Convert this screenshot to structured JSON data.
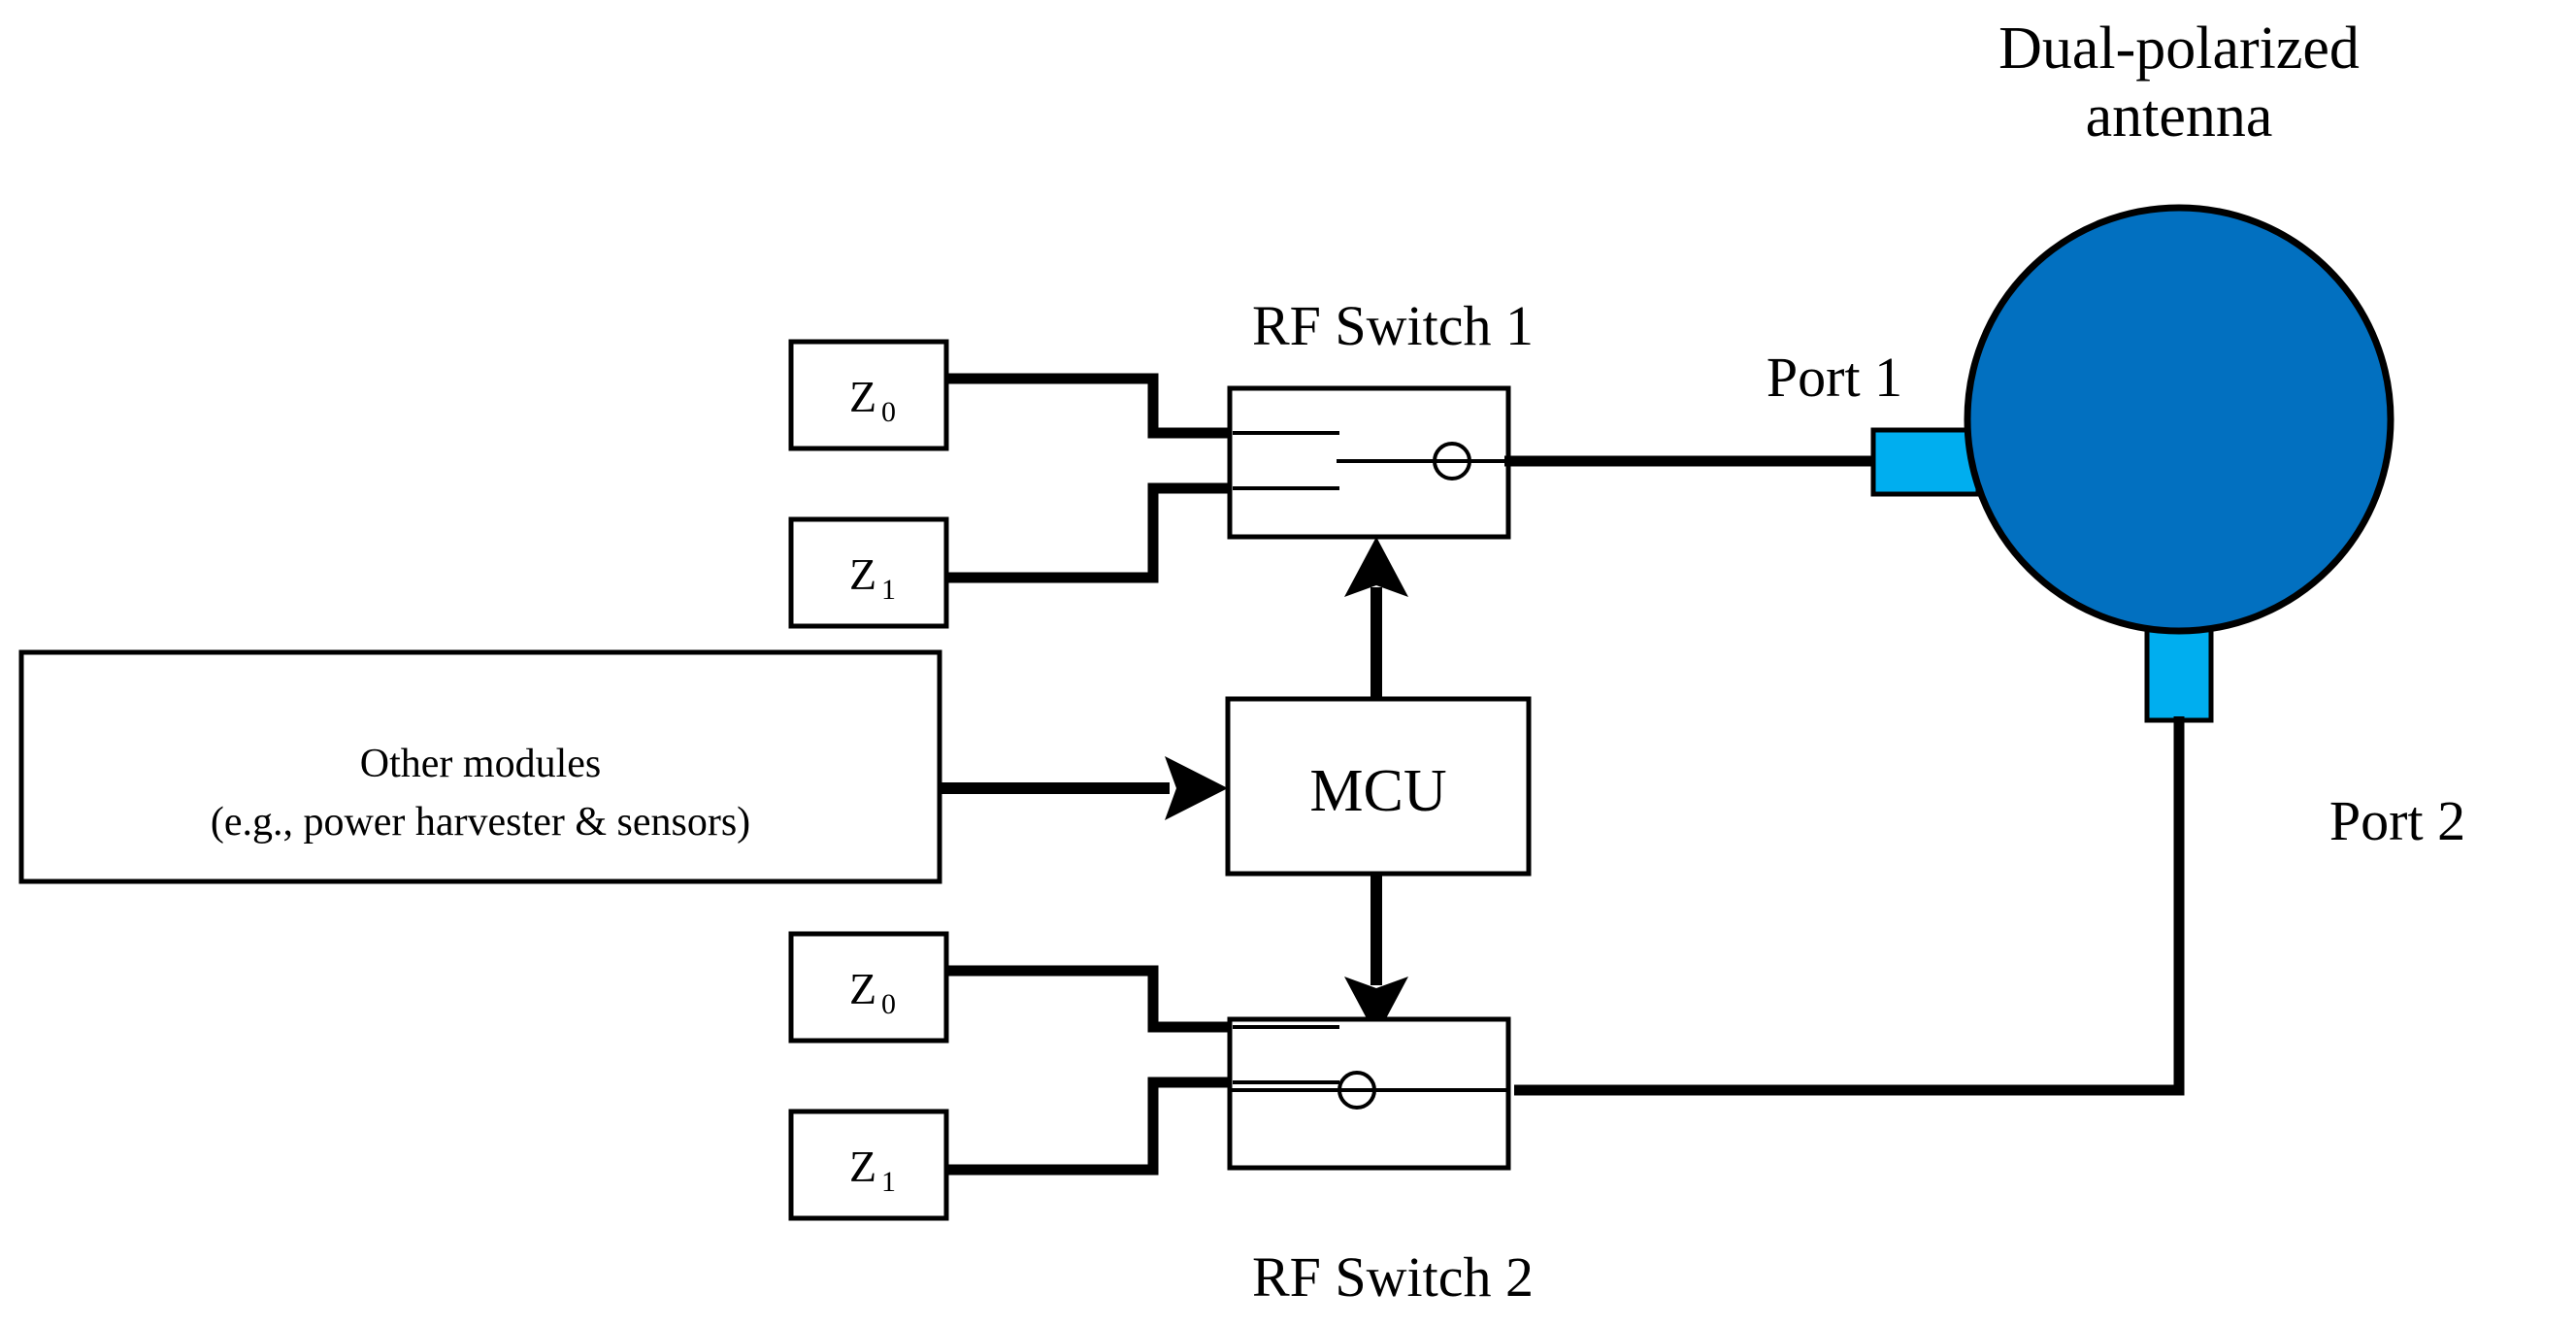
{
  "figure": {
    "kind": "block-diagram",
    "subject": "Dual-polarized antenna with two RF switches driven by an MCU",
    "background_color": "#ffffff",
    "line_color": "#000000"
  },
  "colors": {
    "antenna_fill": "#0270C0",
    "antenna_outline": "#000000",
    "port_fill": "#00AEEF",
    "port_outline": "#000000",
    "wire": "#000000",
    "box_fill": "#ffffff"
  },
  "labels": {
    "antenna_title_line1": "Dual-polarized",
    "antenna_title_line2": "antenna",
    "rf_switch_1": "RF Switch 1",
    "rf_switch_2": "RF Switch 2",
    "port_1": "Port 1",
    "port_2": "Port 2",
    "mcu": "MCU",
    "other_modules_line1": "Other modules",
    "other_modules_line2": "(e.g., power harvester & sensors)"
  },
  "impedances": {
    "switch1_top": {
      "symbol": "Z",
      "subscript": "0"
    },
    "switch1_bottom": {
      "symbol": "Z",
      "subscript": "1"
    },
    "switch2_top": {
      "symbol": "Z",
      "subscript": "0"
    },
    "switch2_bottom": {
      "symbol": "Z",
      "subscript": "1"
    }
  },
  "blocks": [
    {
      "name": "z0-top",
      "label": "Z0"
    },
    {
      "name": "z1-top",
      "label": "Z1"
    },
    {
      "name": "rf-switch-1",
      "label": "RF Switch 1"
    },
    {
      "name": "mcu",
      "label": "MCU"
    },
    {
      "name": "other-modules",
      "label": "Other modules (e.g., power harvester & sensors)"
    },
    {
      "name": "z0-bottom",
      "label": "Z0"
    },
    {
      "name": "z1-bottom",
      "label": "Z1"
    },
    {
      "name": "rf-switch-2",
      "label": "RF Switch 2"
    },
    {
      "name": "dual-polarized-antenna",
      "label": "Dual-polarized antenna"
    },
    {
      "name": "port-1",
      "label": "Port 1"
    },
    {
      "name": "port-2",
      "label": "Port 2"
    }
  ],
  "connections": [
    {
      "from": "z0-top",
      "to": "rf-switch-1",
      "style": "solid"
    },
    {
      "from": "z1-top",
      "to": "rf-switch-1",
      "style": "solid"
    },
    {
      "from": "rf-switch-1",
      "to": "port-1",
      "style": "solid"
    },
    {
      "from": "mcu",
      "to": "rf-switch-1",
      "style": "arrow-up"
    },
    {
      "from": "mcu",
      "to": "rf-switch-2",
      "style": "arrow-down"
    },
    {
      "from": "other-modules",
      "to": "mcu",
      "style": "arrow-right"
    },
    {
      "from": "z0-bottom",
      "to": "rf-switch-2",
      "style": "solid"
    },
    {
      "from": "z1-bottom",
      "to": "rf-switch-2",
      "style": "solid"
    },
    {
      "from": "rf-switch-2",
      "to": "port-2",
      "style": "solid"
    },
    {
      "from": "port-1",
      "to": "dual-polarized-antenna",
      "style": "attached"
    },
    {
      "from": "port-2",
      "to": "dual-polarized-antenna",
      "style": "attached"
    }
  ]
}
